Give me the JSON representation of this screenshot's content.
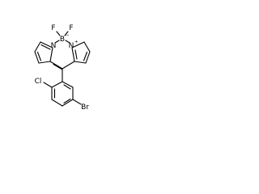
{
  "molecule": {
    "atoms": {
      "f_left": "F",
      "f_right": "F",
      "boron": "B",
      "boron_charge": "−",
      "n_left": "N",
      "n_right": "N",
      "n_right_charge": "+",
      "chlorine": "Cl",
      "bromine": "Br"
    },
    "colors": {
      "bond": "#000000",
      "label": "#000000",
      "background": "#ffffff"
    }
  }
}
